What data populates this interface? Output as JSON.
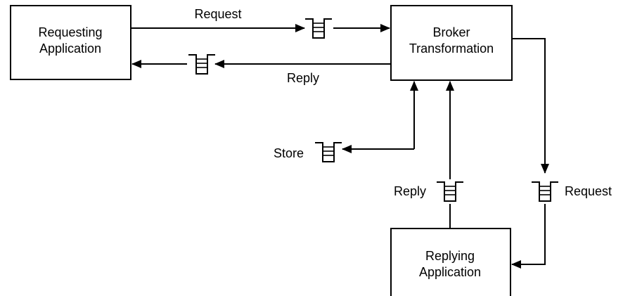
{
  "nodes": {
    "requesting_app": {
      "label_line1": "Requesting",
      "label_line2": "Application"
    },
    "broker": {
      "label_line1": "Broker",
      "label_line2": "Transformation"
    },
    "replying_app": {
      "label_line1": "Replying",
      "label_line2": "Application"
    }
  },
  "edges": {
    "request_top": "Request",
    "reply_top": "Reply",
    "store": "Store",
    "reply_bottom": "Reply",
    "request_bottom": "Request"
  },
  "colors": {
    "stroke": "#000000",
    "background": "#ffffff"
  }
}
